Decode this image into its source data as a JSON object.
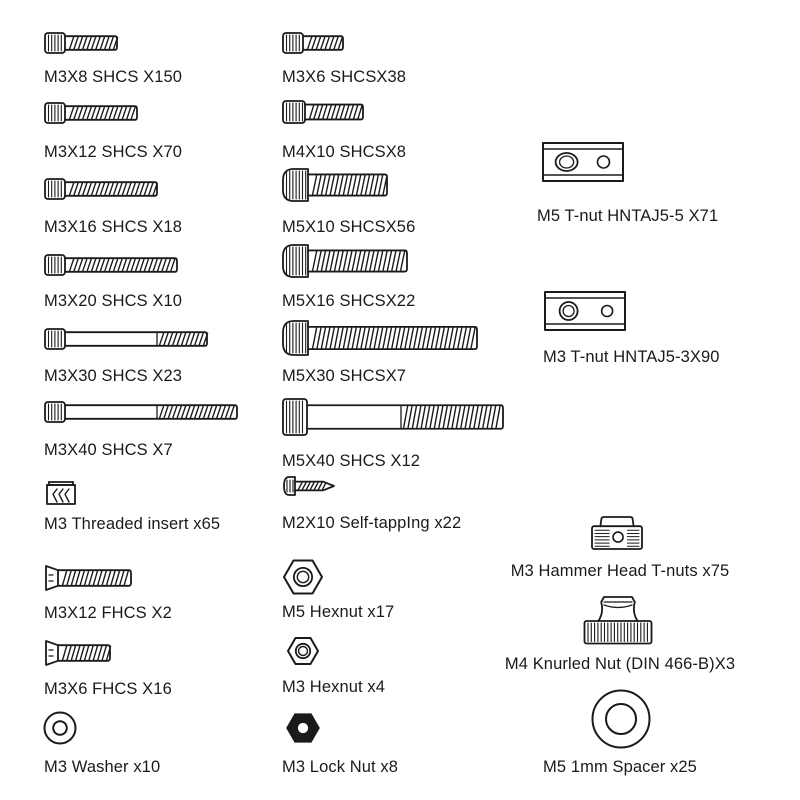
{
  "ink_color": "#1a1a1a",
  "parts": [
    {
      "id": "m3x8-shcs",
      "label": "M3X8 SHCS X150",
      "icon": "shcs-screw-icon",
      "kind": "shcs"
    },
    {
      "id": "m3x12-shcs",
      "label": "M3X12 SHCS X70",
      "icon": "shcs-screw-icon",
      "kind": "shcs"
    },
    {
      "id": "m3x16-shcs",
      "label": "M3X16 SHCS X18",
      "icon": "shcs-screw-icon",
      "kind": "shcs"
    },
    {
      "id": "m3x20-shcs",
      "label": "M3X20 SHCS X10",
      "icon": "shcs-screw-icon",
      "kind": "shcs"
    },
    {
      "id": "m3x30-shcs",
      "label": "M3X30 SHCS X23",
      "icon": "shcs-screw-icon",
      "kind": "shcs"
    },
    {
      "id": "m3x40-shcs",
      "label": "M3X40 SHCS X7",
      "icon": "shcs-screw-icon",
      "kind": "shcs"
    },
    {
      "id": "m3-threaded-insert",
      "label": "M3 Threaded insert x65",
      "icon": "threaded-insert-icon",
      "kind": "insert"
    },
    {
      "id": "m3x12-fhcs",
      "label": "M3X12 FHCS X2",
      "icon": "fhcs-screw-icon",
      "kind": "fhcs"
    },
    {
      "id": "m3x6-fhcs",
      "label": "M3X6 FHCS X16",
      "icon": "fhcs-screw-icon",
      "kind": "fhcs"
    },
    {
      "id": "m3-washer",
      "label": "M3 Washer x10",
      "icon": "washer-icon",
      "kind": "washer"
    },
    {
      "id": "m3x6-shcs",
      "label": "M3X6 SHCSX38",
      "icon": "shcs-screw-icon",
      "kind": "shcs"
    },
    {
      "id": "m4x10-shcs",
      "label": "M4X10 SHCSX8",
      "icon": "shcs-screw-icon",
      "kind": "shcs"
    },
    {
      "id": "m5x10-shcs",
      "label": "M5X10 SHCSX56",
      "icon": "shcs-screw-icon",
      "kind": "shcs-dome"
    },
    {
      "id": "m5x16-shcs",
      "label": "M5X16 SHCSX22",
      "icon": "shcs-screw-icon",
      "kind": "shcs-dome"
    },
    {
      "id": "m5x30-shcs",
      "label": "M5X30 SHCSX7",
      "icon": "shcs-screw-icon",
      "kind": "shcs-dome"
    },
    {
      "id": "m5x40-shcs",
      "label": "M5X40 SHCS X12",
      "icon": "shcs-screw-icon",
      "kind": "shcs"
    },
    {
      "id": "m2x10-self-tapping",
      "label": "M2X10 Self-tappIng x22",
      "icon": "self-tapping-screw-icon",
      "kind": "selftap"
    },
    {
      "id": "m5-hexnut",
      "label": "M5 Hexnut x17",
      "icon": "hex-nut-icon",
      "kind": "hex"
    },
    {
      "id": "m3-hexnut",
      "label": "M3 Hexnut x4",
      "icon": "hex-nut-icon",
      "kind": "hex"
    },
    {
      "id": "m3-lock-nut",
      "label": "M3 Lock Nut x8",
      "icon": "lock-nut-icon",
      "kind": "locknut"
    },
    {
      "id": "m5-t-nut",
      "label": "M5 T-nut HNTAJ5-5 X71",
      "icon": "t-nut-icon",
      "kind": "tnut5"
    },
    {
      "id": "m3-t-nut",
      "label": "M3 T-nut HNTAJ5-3X90",
      "icon": "t-nut-icon",
      "kind": "tnut3"
    },
    {
      "id": "m3-hammer-head-t-nut",
      "label": "M3 Hammer Head T-nuts x75",
      "icon": "hammer-head-t-nut-icon",
      "kind": "hammer"
    },
    {
      "id": "m4-knurled-nut",
      "label": "M4 Knurled Nut (DIN 466-B)X3",
      "icon": "knurled-nut-icon",
      "kind": "knurled"
    },
    {
      "id": "m5-spacer",
      "label": "M5 1mm Spacer x25",
      "icon": "spacer-icon",
      "kind": "spacer"
    }
  ]
}
